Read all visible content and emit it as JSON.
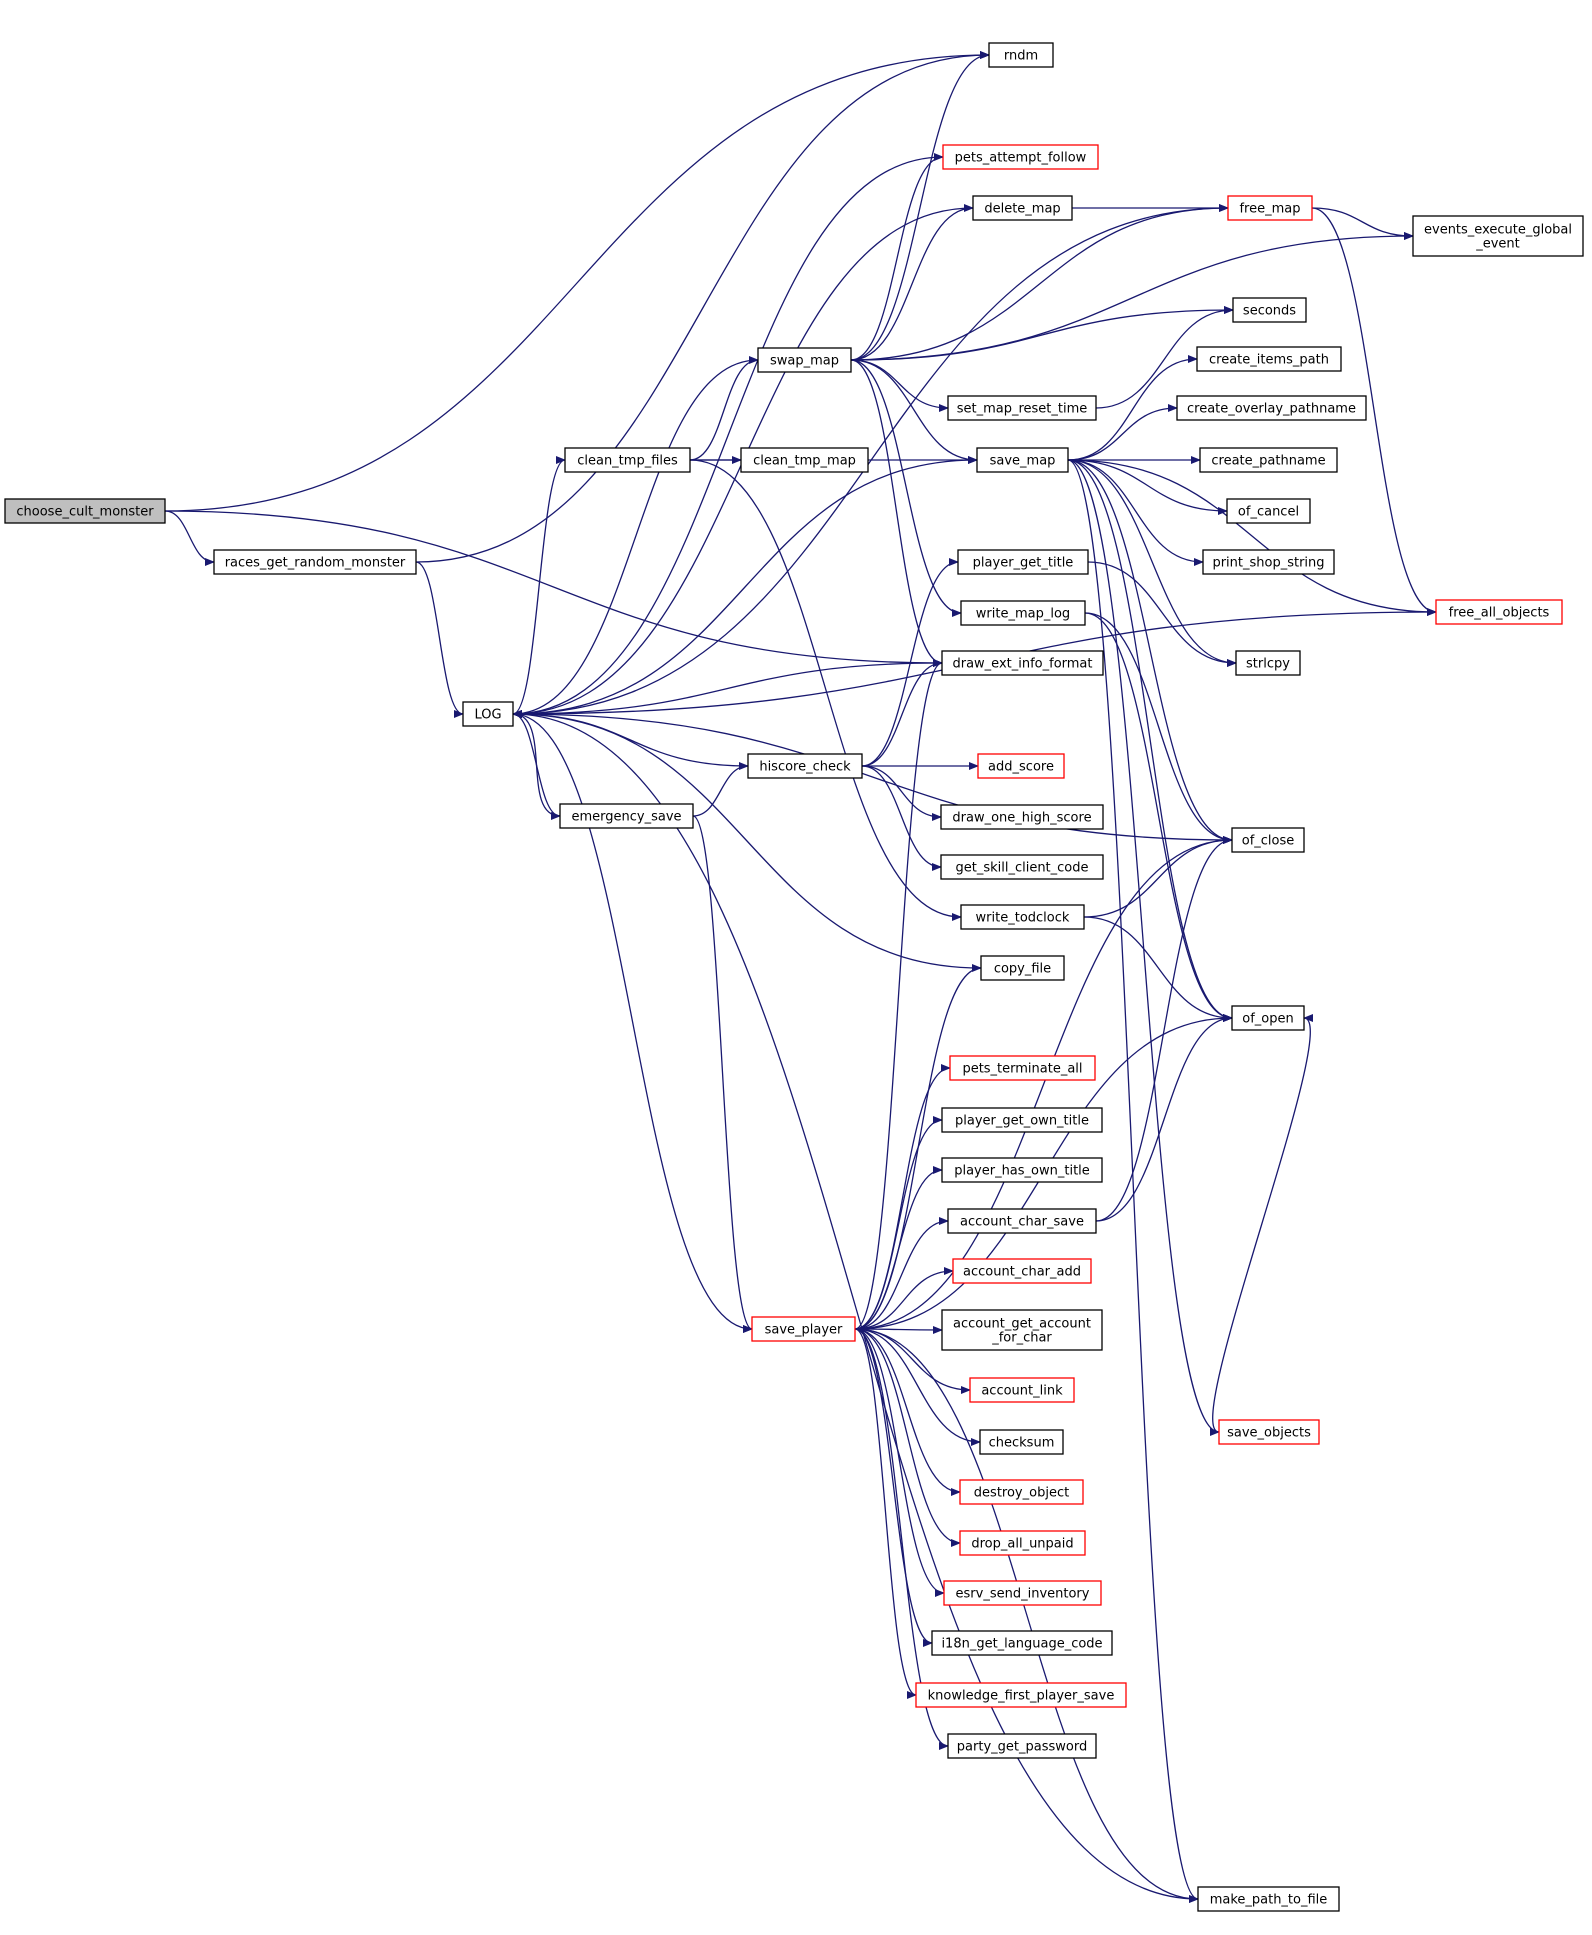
{
  "colors": {
    "edge": "#191970",
    "node_border_normal": "#000000",
    "node_border_truncated": "#ff0000",
    "root_fill": "#bfbfbf",
    "node_fill": "#ffffff"
  },
  "nodes": [
    {
      "id": "choose_cult_monster",
      "lines": [
        "choose_cult_monster"
      ],
      "kind": "root"
    },
    {
      "id": "races_get_random_monster",
      "lines": [
        "races_get_random_monster"
      ],
      "kind": "normal"
    },
    {
      "id": "LOG",
      "lines": [
        "LOG"
      ],
      "kind": "normal"
    },
    {
      "id": "rndm",
      "lines": [
        "rndm"
      ],
      "kind": "normal"
    },
    {
      "id": "pets_attempt_follow",
      "lines": [
        "pets_attempt_follow"
      ],
      "kind": "truncated"
    },
    {
      "id": "delete_map",
      "lines": [
        "delete_map"
      ],
      "kind": "normal"
    },
    {
      "id": "free_map",
      "lines": [
        "free_map"
      ],
      "kind": "truncated"
    },
    {
      "id": "events_execute_global_event",
      "lines": [
        "events_execute_global",
        "_event"
      ],
      "kind": "normal"
    },
    {
      "id": "seconds",
      "lines": [
        "seconds"
      ],
      "kind": "normal"
    },
    {
      "id": "swap_map",
      "lines": [
        "swap_map"
      ],
      "kind": "normal"
    },
    {
      "id": "create_items_path",
      "lines": [
        "create_items_path"
      ],
      "kind": "normal"
    },
    {
      "id": "set_map_reset_time",
      "lines": [
        "set_map_reset_time"
      ],
      "kind": "normal"
    },
    {
      "id": "create_overlay_pathname",
      "lines": [
        "create_overlay_pathname"
      ],
      "kind": "normal"
    },
    {
      "id": "clean_tmp_files",
      "lines": [
        "clean_tmp_files"
      ],
      "kind": "normal"
    },
    {
      "id": "clean_tmp_map",
      "lines": [
        "clean_tmp_map"
      ],
      "kind": "normal"
    },
    {
      "id": "save_map",
      "lines": [
        "save_map"
      ],
      "kind": "normal"
    },
    {
      "id": "create_pathname",
      "lines": [
        "create_pathname"
      ],
      "kind": "normal"
    },
    {
      "id": "of_cancel",
      "lines": [
        "of_cancel"
      ],
      "kind": "normal"
    },
    {
      "id": "print_shop_string",
      "lines": [
        "print_shop_string"
      ],
      "kind": "normal"
    },
    {
      "id": "player_get_title",
      "lines": [
        "player_get_title"
      ],
      "kind": "normal"
    },
    {
      "id": "write_map_log",
      "lines": [
        "write_map_log"
      ],
      "kind": "normal"
    },
    {
      "id": "free_all_objects",
      "lines": [
        "free_all_objects"
      ],
      "kind": "truncated"
    },
    {
      "id": "strlcpy",
      "lines": [
        "strlcpy"
      ],
      "kind": "normal"
    },
    {
      "id": "draw_ext_info_format",
      "lines": [
        "draw_ext_info_format"
      ],
      "kind": "normal"
    },
    {
      "id": "hiscore_check",
      "lines": [
        "hiscore_check"
      ],
      "kind": "normal"
    },
    {
      "id": "add_score",
      "lines": [
        "add_score"
      ],
      "kind": "truncated"
    },
    {
      "id": "emergency_save",
      "lines": [
        "emergency_save"
      ],
      "kind": "normal"
    },
    {
      "id": "draw_one_high_score",
      "lines": [
        "draw_one_high_score"
      ],
      "kind": "normal"
    },
    {
      "id": "of_close",
      "lines": [
        "of_close"
      ],
      "kind": "normal"
    },
    {
      "id": "get_skill_client_code",
      "lines": [
        "get_skill_client_code"
      ],
      "kind": "normal"
    },
    {
      "id": "write_todclock",
      "lines": [
        "write_todclock"
      ],
      "kind": "normal"
    },
    {
      "id": "copy_file",
      "lines": [
        "copy_file"
      ],
      "kind": "normal"
    },
    {
      "id": "of_open",
      "lines": [
        "of_open"
      ],
      "kind": "normal"
    },
    {
      "id": "pets_terminate_all",
      "lines": [
        "pets_terminate_all"
      ],
      "kind": "truncated"
    },
    {
      "id": "player_get_own_title",
      "lines": [
        "player_get_own_title"
      ],
      "kind": "normal"
    },
    {
      "id": "player_has_own_title",
      "lines": [
        "player_has_own_title"
      ],
      "kind": "normal"
    },
    {
      "id": "account_char_save",
      "lines": [
        "account_char_save"
      ],
      "kind": "normal"
    },
    {
      "id": "account_char_add",
      "lines": [
        "account_char_add"
      ],
      "kind": "truncated"
    },
    {
      "id": "save_player",
      "lines": [
        "save_player"
      ],
      "kind": "truncated"
    },
    {
      "id": "account_get_account_for_char",
      "lines": [
        "account_get_account",
        "_for_char"
      ],
      "kind": "normal"
    },
    {
      "id": "account_link",
      "lines": [
        "account_link"
      ],
      "kind": "truncated"
    },
    {
      "id": "save_objects",
      "lines": [
        "save_objects"
      ],
      "kind": "truncated"
    },
    {
      "id": "checksum",
      "lines": [
        "checksum"
      ],
      "kind": "normal"
    },
    {
      "id": "destroy_object",
      "lines": [
        "destroy_object"
      ],
      "kind": "truncated"
    },
    {
      "id": "drop_all_unpaid",
      "lines": [
        "drop_all_unpaid"
      ],
      "kind": "truncated"
    },
    {
      "id": "esrv_send_inventory",
      "lines": [
        "esrv_send_inventory"
      ],
      "kind": "truncated"
    },
    {
      "id": "i18n_get_language_code",
      "lines": [
        "i18n_get_language_code"
      ],
      "kind": "normal"
    },
    {
      "id": "knowledge_first_player_save",
      "lines": [
        "knowledge_first_player_save"
      ],
      "kind": "truncated"
    },
    {
      "id": "party_get_password",
      "lines": [
        "party_get_password"
      ],
      "kind": "normal"
    },
    {
      "id": "make_path_to_file",
      "lines": [
        "make_path_to_file"
      ],
      "kind": "normal"
    }
  ],
  "edges": [
    [
      "choose_cult_monster",
      "rndm"
    ],
    [
      "choose_cult_monster",
      "races_get_random_monster"
    ],
    [
      "choose_cult_monster",
      "draw_ext_info_format"
    ],
    [
      "races_get_random_monster",
      "LOG"
    ],
    [
      "races_get_random_monster",
      "rndm"
    ],
    [
      "free_map",
      "LOG"
    ],
    [
      "pets_attempt_follow",
      "LOG"
    ],
    [
      "delete_map",
      "LOG"
    ],
    [
      "swap_map",
      "LOG"
    ],
    [
      "save_map",
      "LOG"
    ],
    [
      "draw_ext_info_format",
      "LOG"
    ],
    [
      "free_all_objects",
      "LOG"
    ],
    [
      "of_close",
      "LOG"
    ],
    [
      "hiscore_check",
      "LOG"
    ],
    [
      "emergency_save",
      "LOG"
    ],
    [
      "copy_file",
      "LOG"
    ],
    [
      "make_path_to_file",
      "LOG"
    ],
    [
      "LOG",
      "clean_tmp_files"
    ],
    [
      "LOG",
      "emergency_save"
    ],
    [
      "LOG",
      "save_player"
    ],
    [
      "swap_map",
      "rndm"
    ],
    [
      "swap_map",
      "pets_attempt_follow"
    ],
    [
      "swap_map",
      "delete_map"
    ],
    [
      "swap_map",
      "free_map"
    ],
    [
      "swap_map",
      "events_execute_global_event"
    ],
    [
      "swap_map",
      "seconds"
    ],
    [
      "swap_map",
      "set_map_reset_time"
    ],
    [
      "swap_map",
      "save_map"
    ],
    [
      "swap_map",
      "write_map_log"
    ],
    [
      "swap_map",
      "draw_ext_info_format"
    ],
    [
      "delete_map",
      "free_map"
    ],
    [
      "free_map",
      "events_execute_global_event"
    ],
    [
      "free_map",
      "free_all_objects"
    ],
    [
      "set_map_reset_time",
      "seconds"
    ],
    [
      "clean_tmp_files",
      "swap_map"
    ],
    [
      "clean_tmp_files",
      "clean_tmp_map"
    ],
    [
      "clean_tmp_files",
      "save_map"
    ],
    [
      "clean_tmp_files",
      "write_todclock"
    ],
    [
      "save_map",
      "create_items_path"
    ],
    [
      "save_map",
      "create_overlay_pathname"
    ],
    [
      "save_map",
      "create_pathname"
    ],
    [
      "save_map",
      "of_cancel"
    ],
    [
      "save_map",
      "print_shop_string"
    ],
    [
      "save_map",
      "free_all_objects"
    ],
    [
      "save_map",
      "strlcpy"
    ],
    [
      "save_map",
      "of_close"
    ],
    [
      "save_map",
      "of_open"
    ],
    [
      "save_map",
      "save_objects"
    ],
    [
      "save_map",
      "make_path_to_file"
    ],
    [
      "player_get_title",
      "strlcpy"
    ],
    [
      "write_map_log",
      "of_close"
    ],
    [
      "write_map_log",
      "of_open"
    ],
    [
      "emergency_save",
      "hiscore_check"
    ],
    [
      "emergency_save",
      "save_player"
    ],
    [
      "hiscore_check",
      "player_get_title"
    ],
    [
      "hiscore_check",
      "draw_ext_info_format"
    ],
    [
      "hiscore_check",
      "add_score"
    ],
    [
      "hiscore_check",
      "draw_one_high_score"
    ],
    [
      "hiscore_check",
      "get_skill_client_code"
    ],
    [
      "write_todclock",
      "of_close"
    ],
    [
      "write_todclock",
      "of_open"
    ],
    [
      "account_char_save",
      "of_close"
    ],
    [
      "account_char_save",
      "of_open"
    ],
    [
      "save_objects",
      "of_open"
    ],
    [
      "save_player",
      "draw_ext_info_format"
    ],
    [
      "save_player",
      "copy_file"
    ],
    [
      "save_player",
      "of_close"
    ],
    [
      "save_player",
      "pets_terminate_all"
    ],
    [
      "save_player",
      "player_get_own_title"
    ],
    [
      "save_player",
      "player_has_own_title"
    ],
    [
      "save_player",
      "account_char_save"
    ],
    [
      "save_player",
      "account_char_add"
    ],
    [
      "save_player",
      "account_get_account_for_char"
    ],
    [
      "save_player",
      "account_link"
    ],
    [
      "save_player",
      "checksum"
    ],
    [
      "save_player",
      "destroy_object"
    ],
    [
      "save_player",
      "drop_all_unpaid"
    ],
    [
      "save_player",
      "esrv_send_inventory"
    ],
    [
      "save_player",
      "i18n_get_language_code"
    ],
    [
      "save_player",
      "knowledge_first_player_save"
    ],
    [
      "save_player",
      "party_get_password"
    ],
    [
      "save_player",
      "of_open"
    ],
    [
      "save_player",
      "make_path_to_file"
    ]
  ]
}
